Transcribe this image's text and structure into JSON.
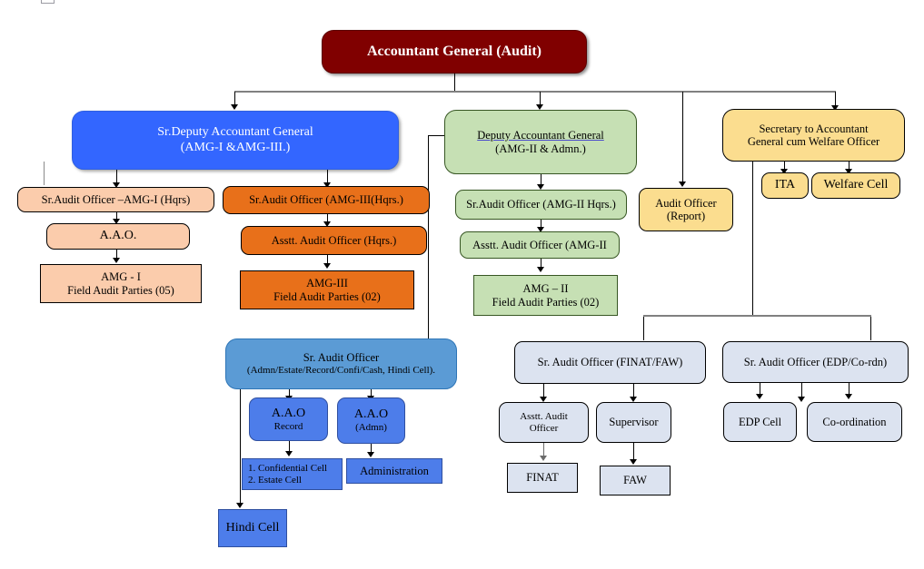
{
  "chart": {
    "title": "Accountant General (Audit) Organisation Chart",
    "type": "org-chart",
    "colors": {
      "root": "#800000",
      "branch_amg1_amg3": "#3366FF",
      "amg1_chain": "#FBCCAC",
      "amg3_chain": "#E8701A",
      "amg2_chain": "#C6E0B4",
      "secretary_chain": "#FBDD8F",
      "admin_head": "#5B9BD5",
      "admin_chain": "#4D7DEA",
      "support_chain": "#DCE3F0"
    }
  },
  "root": {
    "label": "Accountant General (Audit)"
  },
  "branches": {
    "sr_dag": {
      "line1": "Sr.Deputy Accountant General",
      "line2": "(AMG-I &AMG-III.)"
    },
    "dag": {
      "line1": "Deputy Accountant General",
      "line2": "(AMG-II & Admn.)"
    },
    "audit_officer_report": {
      "line1": "Audit Officer",
      "line2": "(Report)"
    },
    "secretary": {
      "line1": "Secretary to Accountant",
      "line2": "General cum Welfare Officer"
    }
  },
  "amg1_chain": [
    {
      "label": "Sr.Audit Officer –AMG-I (Hqrs)"
    },
    {
      "label": "A.A.O."
    },
    {
      "line1": "AMG - I",
      "line2": "Field Audit Parties (05)"
    }
  ],
  "amg3_chain": [
    {
      "label": "Sr.Audit Officer (AMG-III(Hqrs.)"
    },
    {
      "label": "Asstt. Audit Officer (Hqrs.)"
    },
    {
      "line1": "AMG-III",
      "line2": "Field Audit Parties (02)"
    }
  ],
  "amg2_chain": [
    {
      "label": "Sr.Audit Officer (AMG-II Hqrs.)"
    },
    {
      "label": "Asstt. Audit Officer (AMG-II"
    },
    {
      "line1": "AMG – II",
      "line2": "Field Audit Parties (02)"
    }
  ],
  "secretary_children": [
    {
      "label": "ITA"
    },
    {
      "label": "Welfare Cell"
    }
  ],
  "admin": {
    "head": {
      "line1": "Sr. Audit Officer",
      "line2": "(Admn/Estate/Record/Confi/Cash, Hindi Cell)."
    },
    "aao_record": {
      "line1": "A.A.O",
      "line2": "Record"
    },
    "aao_admn": {
      "line1": "A.A.O",
      "line2": "(Admn)"
    },
    "cells": {
      "line1": "1. Confidential Cell",
      "line2": "2. Estate Cell"
    },
    "administration": {
      "label": "Administration"
    },
    "hindi_cell": {
      "label": "Hindi Cell"
    }
  },
  "finat_branch": {
    "head": {
      "label": "Sr. Audit Officer (FINAT/FAW)"
    },
    "asstt_audit_officer": {
      "line1": "Asstt. Audit",
      "line2": "Officer"
    },
    "supervisor": {
      "label": "Supervisor"
    },
    "finat": {
      "label": "FINAT"
    },
    "faw": {
      "label": "FAW"
    }
  },
  "edp_branch": {
    "head": {
      "label": "Sr. Audit Officer (EDP/Co-rdn)"
    },
    "edp_cell": {
      "label": "EDP Cell"
    },
    "coordination": {
      "label": "Co-ordination"
    }
  }
}
